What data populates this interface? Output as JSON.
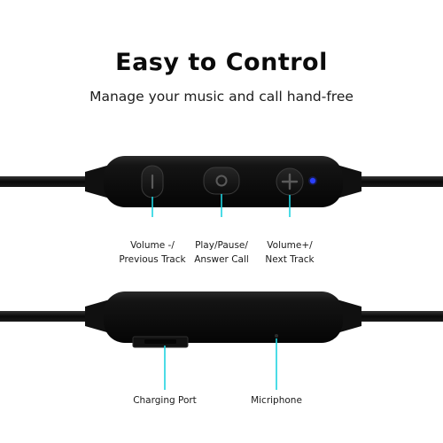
{
  "header": {
    "title": "Easy to Control",
    "subtitle": "Manage your music and call hand-free"
  },
  "controls": {
    "volume_down": {
      "line1": "Volume -/",
      "line2": "Previous Track"
    },
    "play_pause": {
      "line1": "Play/Pause/",
      "line2": "Answer Call"
    },
    "volume_up": {
      "line1": "Volume+/",
      "line2": "Next Track"
    }
  },
  "battery_module": {
    "charging_port_label": "Charging Port",
    "microphone_label": "Micriphone"
  },
  "colors": {
    "accent_line": "#1fd3e0",
    "led": "#2a3fff",
    "body": "#0d0d0d"
  },
  "icons": [
    "minus-icon",
    "circle-icon",
    "plus-icon"
  ]
}
